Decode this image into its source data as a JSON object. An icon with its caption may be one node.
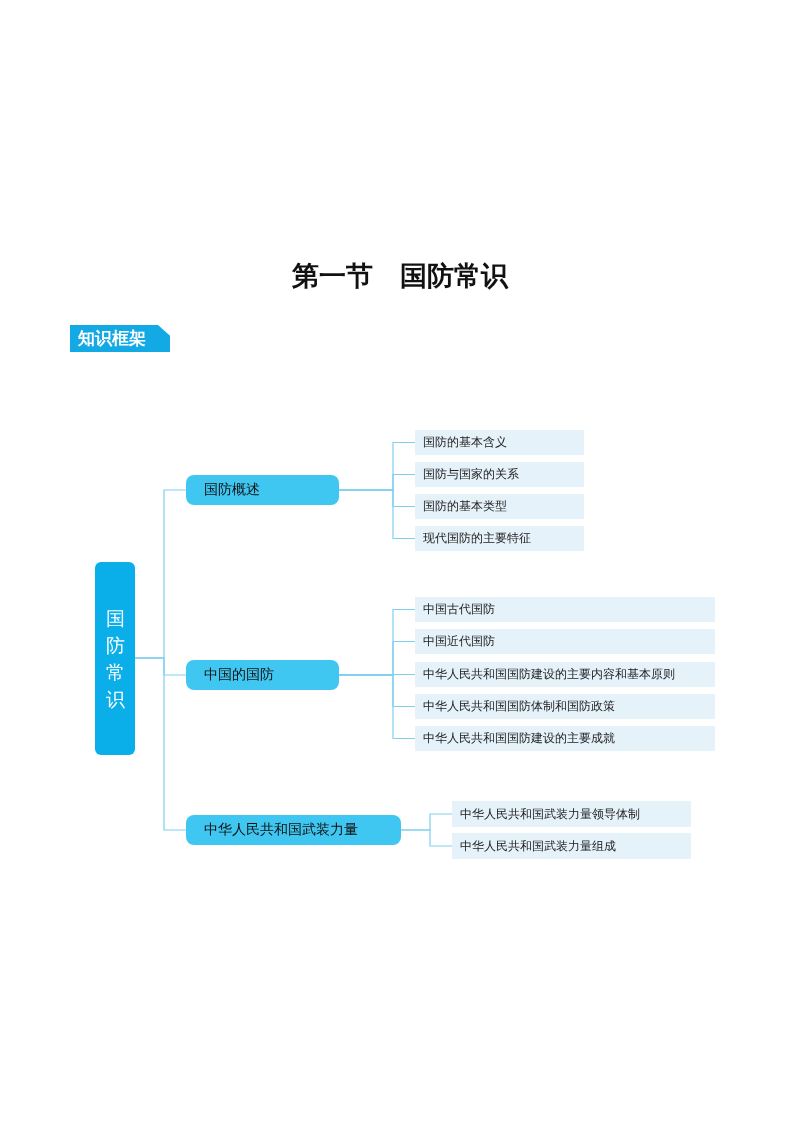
{
  "diagram": {
    "title": "第一节　国防常识",
    "nodes": [
      {
        "text": [
          "知识框架"
        ]
      },
      {
        "text": [
          "国防常识"
        ]
      },
      {
        "text": [
          "国防概述"
        ]
      },
      {
        "text": [
          "国防的基本含义"
        ]
      },
      {
        "text": [
          "国防与国家的关系"
        ]
      },
      {
        "text": [
          "国防的基本类型"
        ]
      },
      {
        "text": [
          "现代国防的主要特征"
        ]
      },
      {
        "text": [
          "中国的国防"
        ]
      },
      {
        "text": [
          "中国古代国防"
        ]
      },
      {
        "text": [
          "中国近代国防"
        ]
      },
      {
        "text": [
          "中华人民共和国国防建设的主要内容和基本原则"
        ]
      },
      {
        "text": [
          "中华人民共和国国防体制和国防政策"
        ]
      },
      {
        "text": [
          "中华人民共和国国防建设的主要成就"
        ]
      },
      {
        "text": [
          "中华人民共和国武装力量"
        ]
      },
      {
        "text": [
          "中华人民共和国武装力量领导体制"
        ]
      },
      {
        "text": [
          "中华人民共和国武装力量组成"
        ]
      }
    ],
    "edges": [
      {
        "from": 1,
        "to": 2,
        "arrow": "none"
      },
      {
        "from": 1,
        "to": 7,
        "arrow": "none"
      },
      {
        "from": 1,
        "to": 13,
        "arrow": "none"
      },
      {
        "from": 2,
        "to": 3,
        "arrow": "none"
      },
      {
        "from": 2,
        "to": 4,
        "arrow": "none"
      },
      {
        "from": 2,
        "to": 5,
        "arrow": "none"
      },
      {
        "from": 2,
        "to": 6,
        "arrow": "none"
      },
      {
        "from": 7,
        "to": 8,
        "arrow": "none"
      },
      {
        "from": 7,
        "to": 9,
        "arrow": "none"
      },
      {
        "from": 7,
        "to": 10,
        "arrow": "none"
      },
      {
        "from": 7,
        "to": 11,
        "arrow": "none"
      },
      {
        "from": 7,
        "to": 12,
        "arrow": "none"
      },
      {
        "from": 13,
        "to": 14,
        "arrow": "none"
      },
      {
        "from": 13,
        "to": 15,
        "arrow": "none"
      }
    ]
  }
}
